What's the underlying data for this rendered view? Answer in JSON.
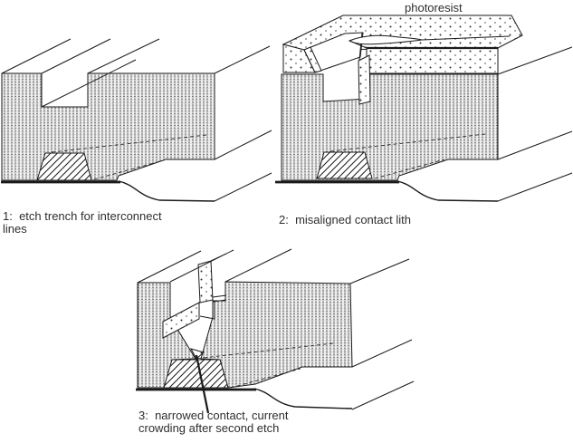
{
  "figure": {
    "title": "trench and contact etch process diagram",
    "background": "#ffffff",
    "line_color": "#1a1a1a",
    "text_color": "#2e2e2e",
    "materials": {
      "oxide_fill": "fine dot stipple",
      "photoresist_fill": "coarse dot stipple",
      "metal_fill": "diagonal hatch"
    },
    "panels": [
      {
        "id": "1",
        "caption_line1": "1:  etch trench for interconnect",
        "caption_line2": "lines"
      },
      {
        "id": "2",
        "caption_line1": "2:  misaligned contact lith",
        "caption_line2": "",
        "layer_label": "photoresist"
      },
      {
        "id": "3",
        "caption_line1": "3:  narrowed contact, current",
        "caption_line2": "crowding after second etch"
      }
    ]
  }
}
